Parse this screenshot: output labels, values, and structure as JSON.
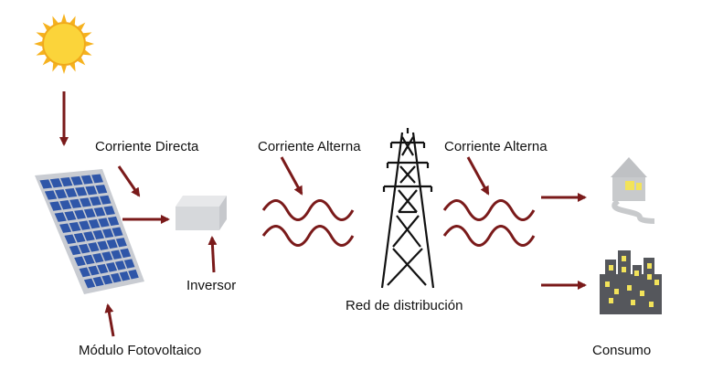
{
  "labels": {
    "dc": "Corriente Directa",
    "ac_left": "Corriente Alterna",
    "ac_right": "Corriente Alterna",
    "inverter": "Inversor",
    "grid": "Red de distribución",
    "module": "Módulo Fotovoltaico",
    "consumption": "Consumo"
  },
  "colors": {
    "arrow": "#7a1a1a",
    "sun": "#fbd43a",
    "sun_rays": "#f6b21e",
    "panel_cell": "#2f56a8",
    "panel_frame": "#c9ccd2",
    "wave": "#7a1a1a",
    "tower": "#111111",
    "house": "#c8cacc",
    "window": "#f2e35a",
    "city": "#55575c"
  },
  "icons": [
    "sun-icon",
    "solar-panel-icon",
    "inverter-icon",
    "transmission-tower-icon",
    "house-icon",
    "city-icon"
  ]
}
